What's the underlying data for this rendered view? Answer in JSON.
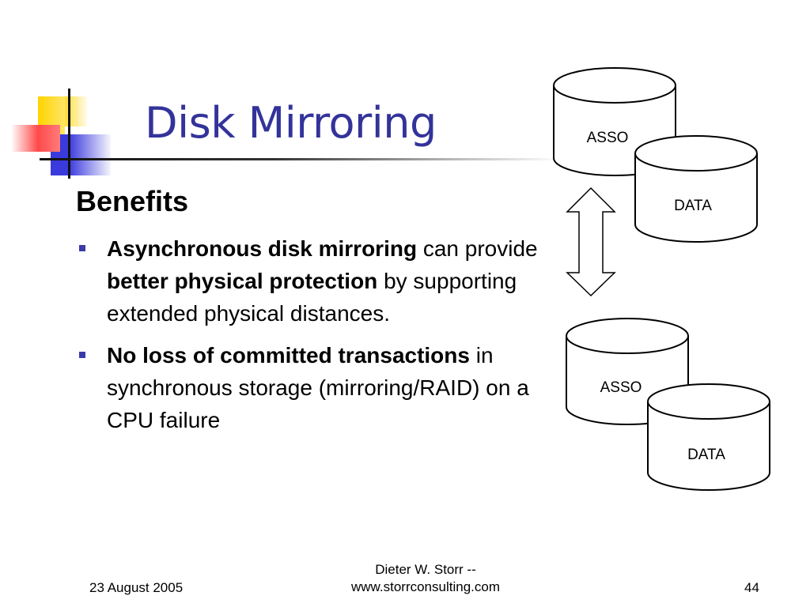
{
  "slide": {
    "title": "Disk Mirroring",
    "heading": "Benefits",
    "bullets": [
      {
        "bold_1": "Asynchronous disk mirroring",
        "text_1": " can provide ",
        "bold_2": "better physical protection",
        "text_2": " by supporting extended physical distances."
      },
      {
        "bold_1": "No loss of committed transactions",
        "text_1": " in synchronous storage (mirroring/RAID) on a CPU failure"
      }
    ]
  },
  "diagram": {
    "top_back_label": "ASSO",
    "top_front_label": "DATA",
    "bottom_back_label": "ASSO",
    "bottom_front_label": "DATA"
  },
  "footer": {
    "date": "23 August 2005",
    "author_line1": "Dieter W. Storr --",
    "author_line2": "www.storrconsulting.com",
    "page_number": "44"
  },
  "colors": {
    "title": "#33339a",
    "bullet": "#3a3aaa",
    "logo_yellow": "#ffd400",
    "logo_red": "#ff4a4a",
    "logo_blue": "#3a3add"
  }
}
